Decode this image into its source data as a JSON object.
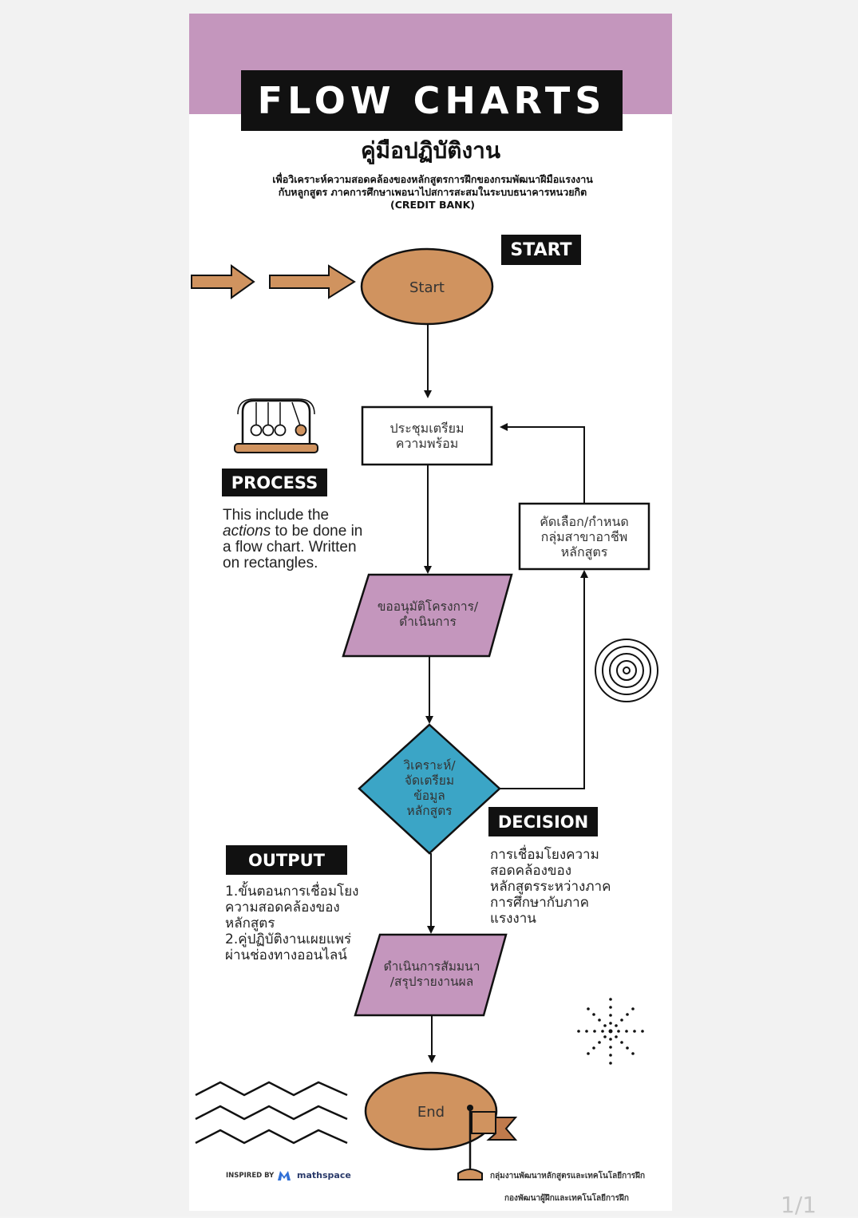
{
  "header": {
    "title": "FLOW CHARTS",
    "subtitle": "คู่มือปฏิบัติงาน",
    "description_line1": "เพื่อวิเคราะห์ความสอดคล้องของหลักสูตรการฝึกของกรมพัฒนาฝีมือแรงงาน",
    "description_line2": "กับหลูกสูตร ภาคการศึกษาเพอนาไปสการสะสมในระบบธนาคารหนวยกิต",
    "description_line3": "(CREDIT BANK)"
  },
  "tags": {
    "start": "START",
    "process": "PROCESS",
    "decision": "DECISION",
    "output": "OUTPUT"
  },
  "notes": {
    "process_line1": "This include the",
    "process_line2_em": "actions",
    "process_line2_rest": " to be done in",
    "process_line3": "a flow chart. Written",
    "process_line4": "on rectangles.",
    "decision_lines": [
      "การเชื่อมโยงความ",
      "สอดคล้องของ",
      "หลักสูตรระหว่างภาค",
      "การศึกษากับภาค",
      "แรงงาน"
    ],
    "output_lines": [
      "1.ขั้นตอนการเชื่อมโยง",
      "ความสอดคล้องของ",
      "หลักสูตร",
      "2.คู่ปฏิบัติงานเผยแพร่",
      "ผ่านช่องทางออนไลน์"
    ]
  },
  "nodes": {
    "start": "Start",
    "prepare_line1": "ประชุมเตรียม",
    "prepare_line2": "ความพร้อม",
    "select_line1": "คัดเลือก/กำหนด",
    "select_line2": "กลุ่มสาขาอาชีพ",
    "select_line3": "หลักสูตร",
    "approve_line1": "ขออนุมัติโครงการ/",
    "approve_line2": "ดำเนินการ",
    "analyze_line1": "วิเคราะห์/",
    "analyze_line2": "จัดเตรียม",
    "analyze_line3": "ข้อมูล",
    "analyze_line4": "หลักสูตร",
    "seminar_line1": "ดำเนินการสัมมนา",
    "seminar_line2": "/สรุปรายงานผล",
    "end": "End"
  },
  "footer": {
    "inspired_by": "INSPIRED BY",
    "brand": "mathspace",
    "org_line1": "กลุ่มงานพัฒนาหลักสูตรและเทคโนโลยีการฝึก",
    "org_line2": "กองพัฒนาผู้ฝึกและเทคโนโลยีการฝึก",
    "page_number": "1/1"
  },
  "colors": {
    "band": "#c496bd",
    "terminal": "#d0935f",
    "io": "#c496bd",
    "decision": "#3ba5c6",
    "ink": "#111111"
  }
}
